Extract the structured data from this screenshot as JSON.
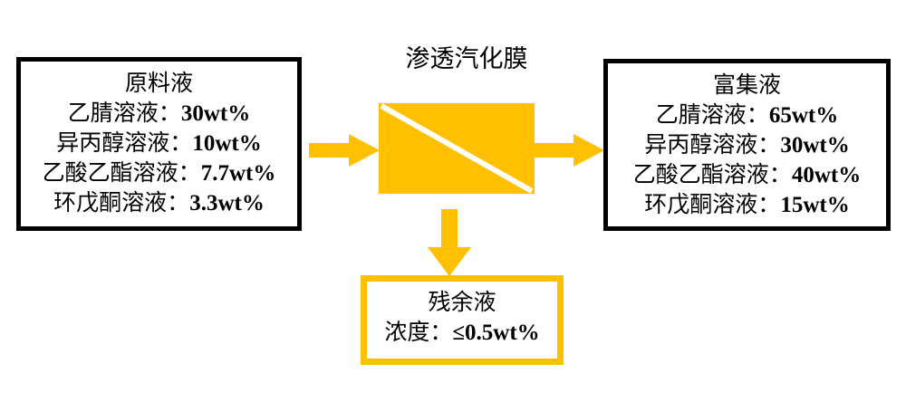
{
  "diagram": {
    "membrane_title": "渗透汽化膜",
    "colors": {
      "accent_gold": "#FFC000",
      "border_black": "#000000",
      "background": "#ffffff",
      "diagonal_line": "#ffffff"
    },
    "feed": {
      "title": "原料液",
      "lines": [
        {
          "label": "乙腈溶液：",
          "value": "30wt%"
        },
        {
          "label": "异丙醇溶液：",
          "value": "10wt%"
        },
        {
          "label": "乙酸乙酯溶液：",
          "value": "7.7wt%"
        },
        {
          "label": "环戊酮溶液：",
          "value": "3.3wt%"
        }
      ]
    },
    "enriched": {
      "title": "富集液",
      "lines": [
        {
          "label": "乙腈溶液：",
          "value": "65wt%"
        },
        {
          "label": "异丙醇溶液：",
          "value": "30wt%"
        },
        {
          "label": "乙酸乙酯溶液：",
          "value": "40wt%"
        },
        {
          "label": "环戊酮溶液：",
          "value": "15wt%"
        }
      ]
    },
    "residue": {
      "title": "残余液",
      "lines": [
        {
          "label": "浓度：",
          "value": "≤0.5wt%"
        }
      ]
    },
    "arrows": {
      "feed_in": "arrow-right",
      "enriched_out": "arrow-right",
      "residue_out": "arrow-down"
    }
  }
}
